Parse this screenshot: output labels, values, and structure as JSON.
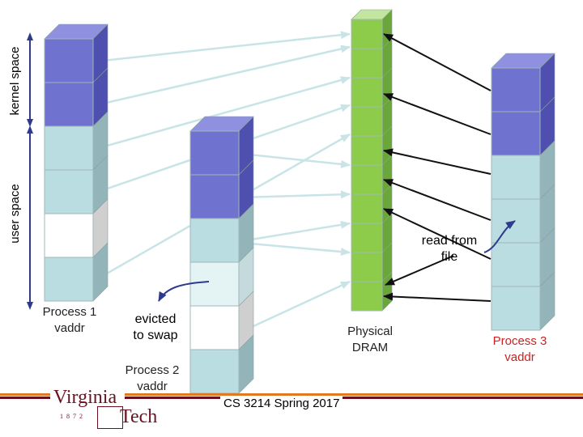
{
  "colors": {
    "kernel_face": "#6f72cf",
    "kernel_side": "#4f4fb0",
    "kernel_top": "#8f90e0",
    "user_face": "#b9dde0",
    "user_side": "#93b4b8",
    "user_top": "#d6ecee",
    "blank_face": "#ffffff",
    "blank_side": "#cfcfcf",
    "dram_face": "#8ccc4a",
    "dram_side": "#6aa63a",
    "dram_top": "#c2e6a0",
    "light_arrow": "#c8e4e6",
    "black_arrow": "#111111",
    "curved_arrow": "#2e3a8c",
    "footer_maroon": "#6b1020",
    "footer_orange": "#e07a20",
    "process3_label": "#cc2222"
  },
  "labels": {
    "kernel_space": "kernel space",
    "user_space": "user space",
    "process1": "Process 1\nvaddr",
    "process2": "Process 2\nvaddr",
    "process3": "Process 3\nvaddr",
    "physical": "Physical\nDRAM",
    "evicted": "evicted\nto swap",
    "read_file": "read from\nfile"
  },
  "footer": {
    "course": "CS 3214 Spring 2017",
    "logo_word_1": "Virginia",
    "logo_word_2": "Tech",
    "logo_year": "1 8 7 2"
  },
  "stacks": {
    "process1": [
      "kernel",
      "kernel",
      "user",
      "user",
      "blank",
      "user"
    ],
    "process2": [
      "kernel",
      "kernel",
      "user",
      "pale",
      "blank",
      "user"
    ],
    "process3": [
      "kernel",
      "kernel",
      "user",
      "user",
      "user",
      "user"
    ],
    "dram_cells": 10
  }
}
